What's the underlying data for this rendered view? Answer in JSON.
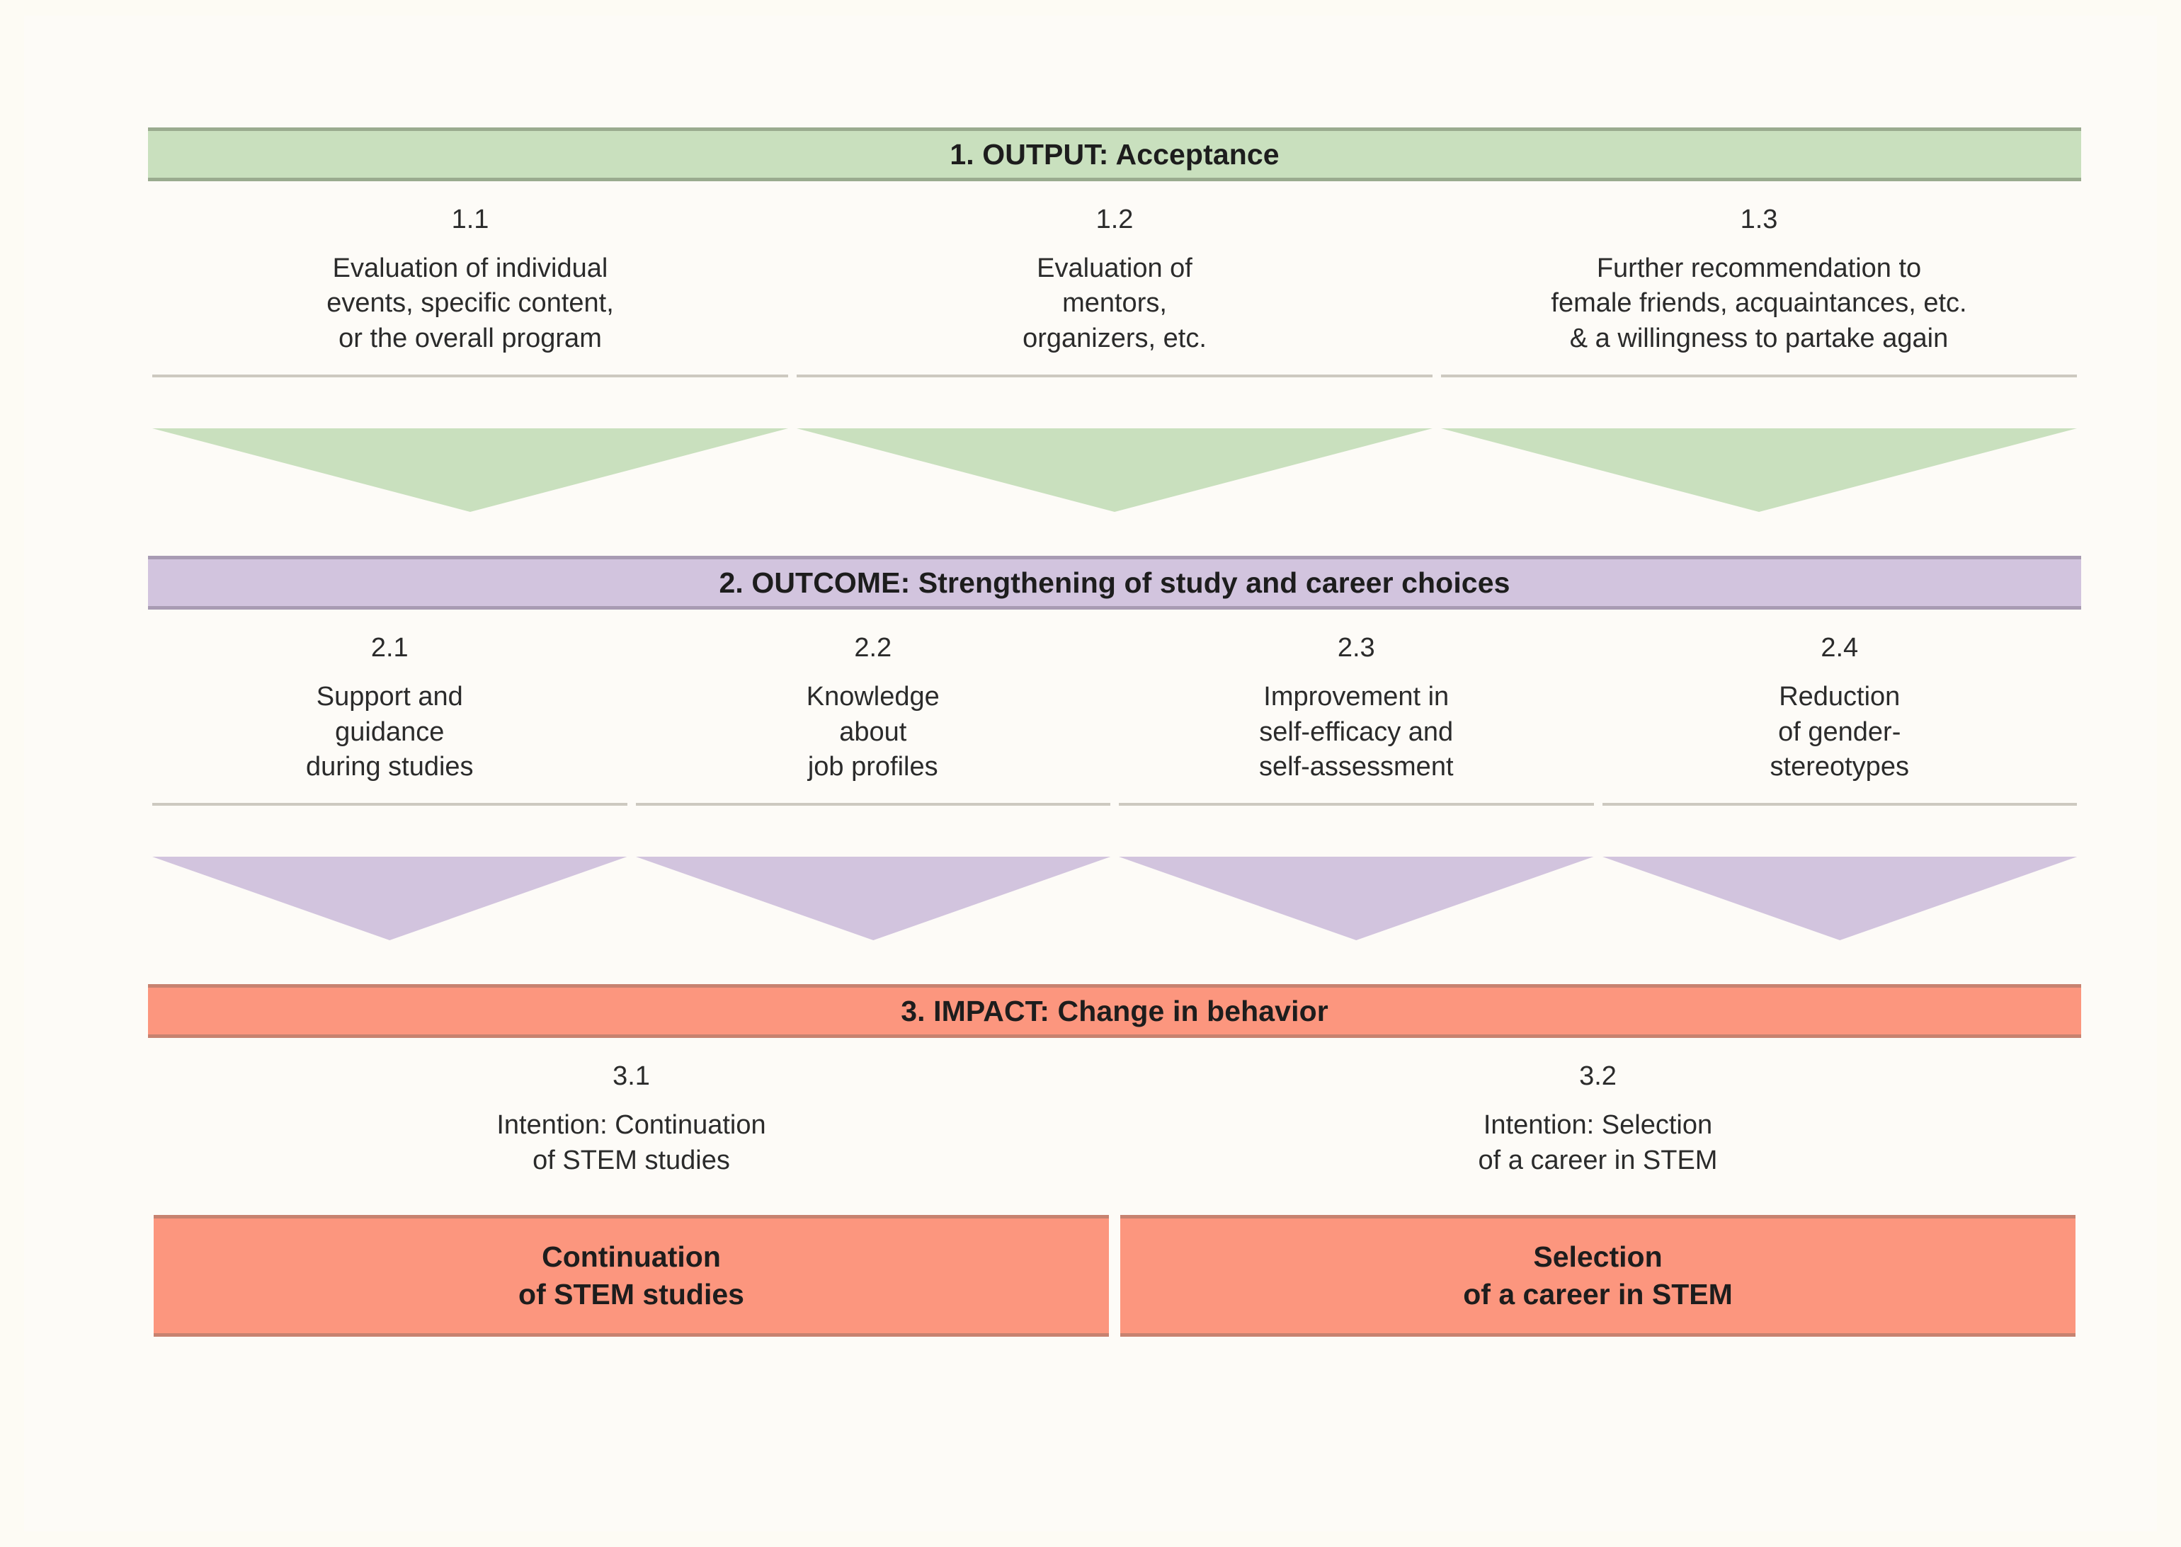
{
  "diagram": {
    "title_semantic": "logic-model-output-outcome-impact",
    "background_color": "#fdfbf4",
    "colors": {
      "output_green": "#c9e0be",
      "output_green_border": "#9aab8f",
      "outcome_purple": "#d2c4de",
      "outcome_purple_border": "#a89bb3",
      "impact_orange": "#fc967e",
      "impact_orange_border": "#c78270",
      "divider_gray": "#cdc9c0",
      "text": "#2b2b2b"
    },
    "tiers": [
      {
        "level": "1",
        "bar_label": "1. OUTPUT: Acceptance",
        "color": "#c9e0be",
        "items": [
          {
            "id": "1.1",
            "text": "Evaluation of individual\nevents, specific content,\nor the overall program"
          },
          {
            "id": "1.2",
            "text": "Evaluation of\nmentors,\norganizers, etc."
          },
          {
            "id": "1.3",
            "text": "Further recommendation to\nfemale friends, acquaintances, etc.\n& a willingness to partake again"
          }
        ]
      },
      {
        "level": "2",
        "bar_label": "2. OUTCOME: Strengthening of study and career choices",
        "color": "#d2c4de",
        "items": [
          {
            "id": "2.1",
            "text": "Support and\nguidance\nduring studies"
          },
          {
            "id": "2.2",
            "text": "Knowledge\nabout\njob profiles"
          },
          {
            "id": "2.3",
            "text": "Improvement in\nself-efficacy and\nself-assessment"
          },
          {
            "id": "2.4",
            "text": "Reduction\nof gender-\nstereotypes"
          }
        ]
      },
      {
        "level": "3",
        "bar_label": "3. IMPACT: Change in behavior",
        "color": "#fc967e",
        "items": [
          {
            "id": "3.1",
            "text": "Intention: Continuation\nof STEM studies"
          },
          {
            "id": "3.2",
            "text": "Intention: Selection\nof a career in STEM"
          }
        ]
      }
    ],
    "connectors": [
      {
        "name": "output-to-outcome",
        "shape": "down-triangle",
        "color": "#c9e0be",
        "count": 3
      },
      {
        "name": "outcome-to-impact",
        "shape": "down-triangle",
        "color": "#d2c4de",
        "count": 4
      }
    ],
    "results": [
      {
        "text": "Continuation\nof STEM studies"
      },
      {
        "text": "Selection\nof a career in STEM"
      }
    ]
  }
}
